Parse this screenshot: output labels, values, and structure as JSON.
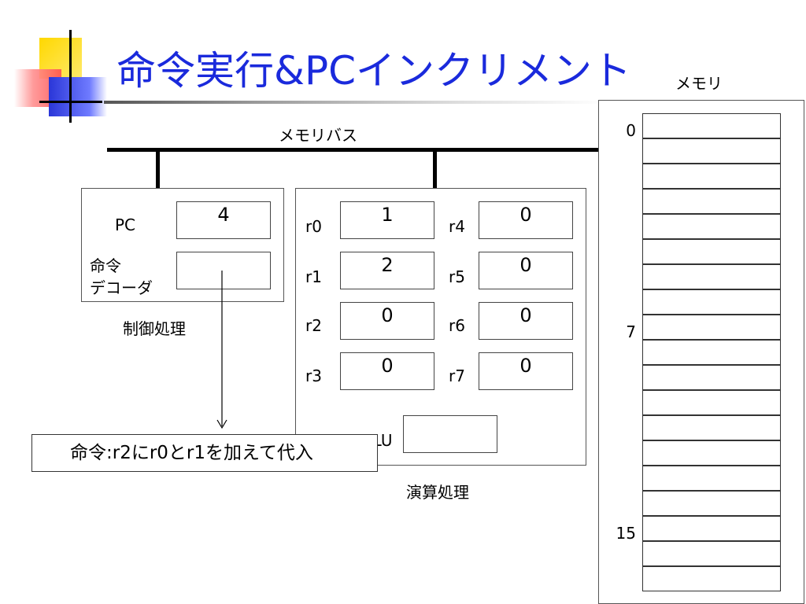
{
  "title": "命令実行&PCインクリメント",
  "bus_label": "メモリバス",
  "memory": {
    "title": "メモリ",
    "cell_count": 19,
    "addresses": [
      {
        "index": 0,
        "label": "0"
      },
      {
        "index": 8,
        "label": "7"
      },
      {
        "index": 16,
        "label": "15"
      }
    ]
  },
  "control": {
    "label": "制御処理",
    "pc_label": "PC",
    "pc_value": "4",
    "decoder_label_line1": "命令",
    "decoder_label_line2": "デコーダ",
    "decoder_value": ""
  },
  "alu_unit": {
    "label": "演算処理",
    "alu_label": "ALU",
    "registers": [
      {
        "name": "r0",
        "value": "1"
      },
      {
        "name": "r1",
        "value": "2"
      },
      {
        "name": "r2",
        "value": "0"
      },
      {
        "name": "r3",
        "value": "0"
      },
      {
        "name": "r4",
        "value": "0"
      },
      {
        "name": "r5",
        "value": "0"
      },
      {
        "name": "r6",
        "value": "0"
      },
      {
        "name": "r7",
        "value": "0"
      }
    ]
  },
  "instruction": "命令:r2にr0とr1を加えて代入",
  "colors": {
    "title": "#1a2adc",
    "accent_yellow": "#ffd800",
    "accent_red": "#ff5050",
    "accent_blue": "#2a36d8"
  }
}
